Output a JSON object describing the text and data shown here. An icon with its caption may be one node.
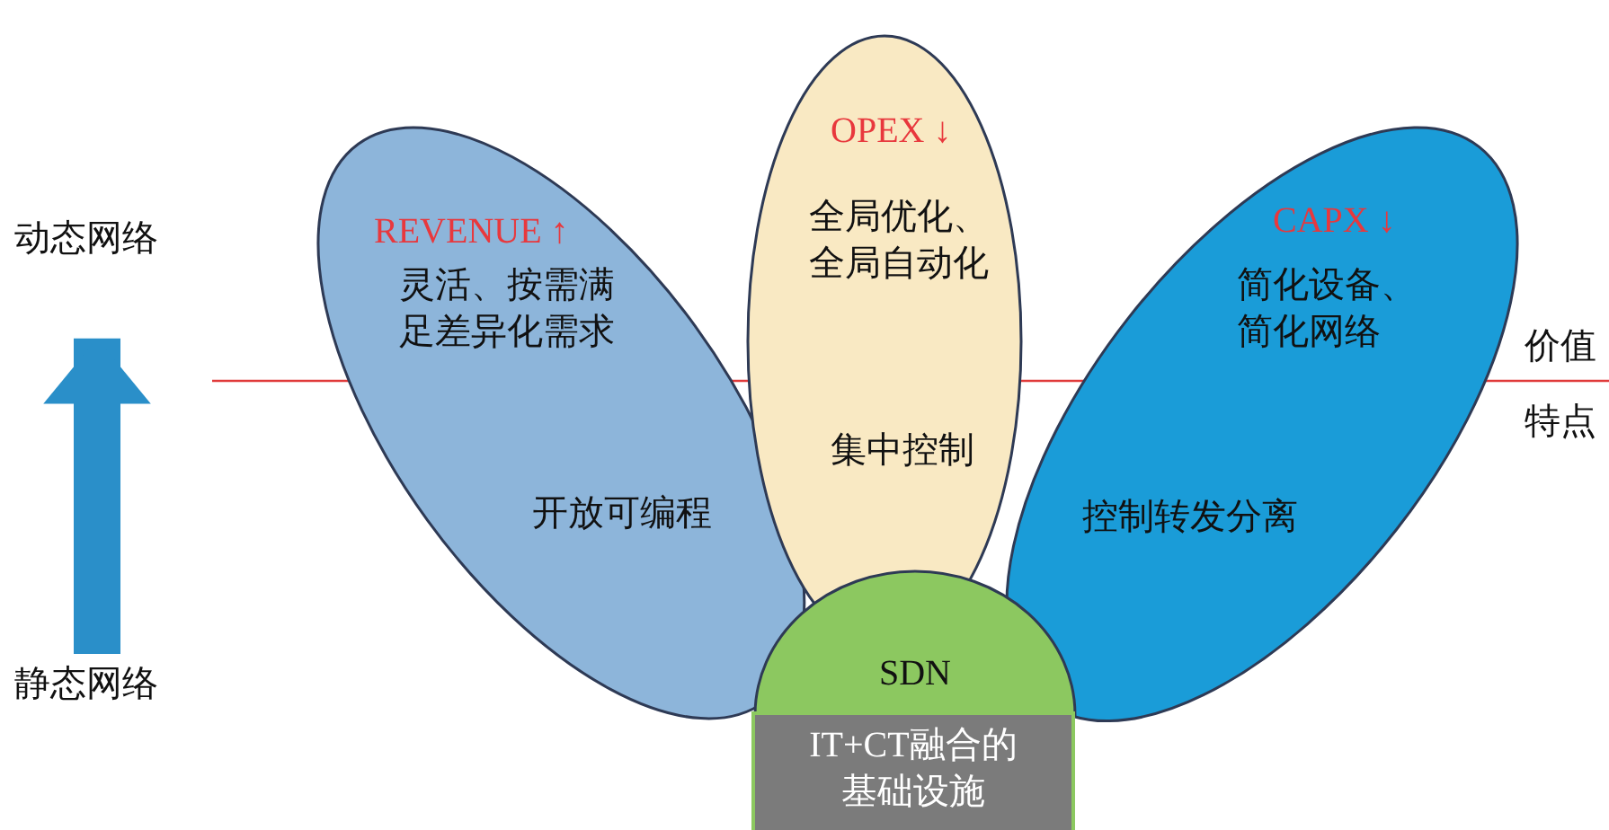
{
  "diagram": {
    "nodes": [
      {
        "text": [
          "OPEX ↓",
          "全局优化、全局自动化",
          "集中控制"
        ]
      },
      {
        "text": [
          "REVENUE ↑",
          "灵活、按需满足差异化需求",
          "开放可编程"
        ]
      },
      {
        "text": [
          "CAPX ↓",
          "简化设备、简化网络",
          "控制转发分离"
        ]
      },
      {
        "text": [
          "动态网络"
        ]
      },
      {
        "text": [
          "静态网络"
        ]
      },
      {
        "text": [
          "SDN"
        ]
      },
      {
        "text": [
          "IT+CT融合的基础设施"
        ]
      }
    ],
    "edges": [
      {
        "from": 4,
        "to": 3,
        "arrow": "to"
      }
    ],
    "labels": [
      "价值",
      "特点"
    ]
  }
}
